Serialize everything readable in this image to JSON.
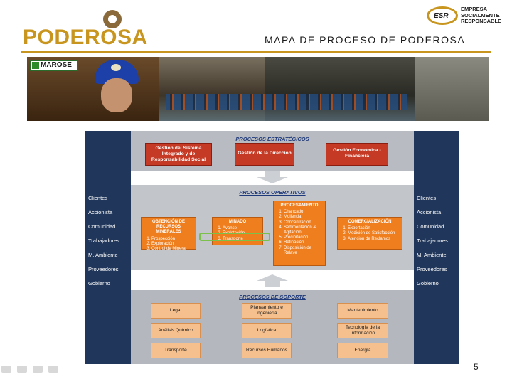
{
  "header": {
    "logo_text": "PODEROSA",
    "esr_badge": "ESR",
    "esr_lines": [
      "EMPRESA",
      "SOCIALMENTE",
      "RESPONSABLE"
    ],
    "title": "MAPA DE PROCESO DE PODEROSA"
  },
  "banner": {
    "marose_label": "MAROSE"
  },
  "stakeholders_left": [
    "Clientes",
    "Accionista",
    "Comunidad",
    "Trabajadores",
    "M. Ambiente",
    "Proveedores",
    "Gobierno"
  ],
  "stakeholders_right": [
    "Clientes",
    "Accionista",
    "Comunidad",
    "Trabajadores",
    "M. Ambiente",
    "Proveedores",
    "Gobierno"
  ],
  "strategic": {
    "header": "PROCESOS ESTRATÉGICOS",
    "boxes": [
      "Gestión del Sistema Integrado y de Responsabilidad Social",
      "Gestión de la Dirección",
      "Gestión Económica - Financiera"
    ]
  },
  "operative": {
    "header": "PROCESOS OPERATIVOS",
    "obtencion": {
      "title": "OBTENCIÓN DE RECURSOS MINERALES",
      "items": [
        "Prospección",
        "Exploración",
        "Control de Mineral"
      ]
    },
    "minado": {
      "title": "MINADO",
      "items": [
        "Avance",
        "Explotación",
        "Transporte"
      ]
    },
    "procesamiento": {
      "title": "PROCESAMIENTO",
      "items": [
        "Chancado",
        "Molienda",
        "Concentración",
        "Sedimentación & Agitación",
        "Precipitación",
        "Refinación",
        "Disposición de Relave"
      ]
    },
    "comercializacion": {
      "title": "COMERCIALIZACIÓN",
      "items": [
        "Exportación",
        "Medición de Satisfacción",
        "Atención de Reclamos"
      ]
    }
  },
  "support": {
    "header": "PROCESOS DE SOPORTE",
    "boxes": [
      "Legal",
      "Planeamiento e Ingeniería",
      "Mantenimiento",
      "Análisis Químico",
      "Logística",
      "Tecnología de la Información",
      "Transporte",
      "Recursos Humanos",
      "Energía"
    ]
  },
  "footer": {
    "page_number": "5"
  },
  "colors": {
    "brand_gold": "#c8961e",
    "side_navy": "#20365a",
    "strategic_red": "#c43a24",
    "operative_orange": "#ef7e1e",
    "support_peach": "#f6c08e",
    "header_blue": "#1f3a7a"
  },
  "icons": {
    "nav": [
      "arrow-left-icon",
      "pen-icon",
      "menu-icon",
      "arrow-right-icon"
    ]
  }
}
